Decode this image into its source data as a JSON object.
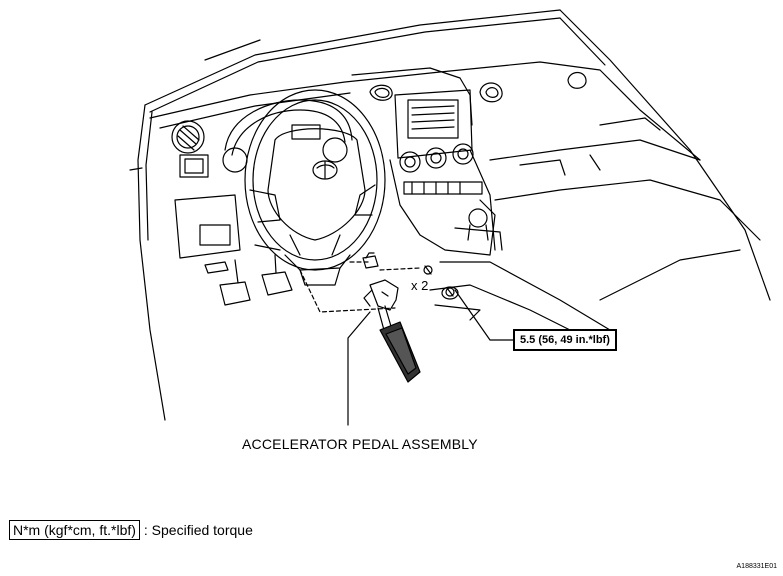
{
  "callouts": {
    "fastener_count": "x 2",
    "torque_spec": "5.5 (56, 49 in.*lbf)",
    "part_name": "ACCELERATOR PEDAL ASSEMBLY"
  },
  "legend": {
    "unit_box": "N*m (kgf*cm, ft.*lbf)",
    "description": ": Specified torque"
  },
  "figure_id": "A188331E01"
}
